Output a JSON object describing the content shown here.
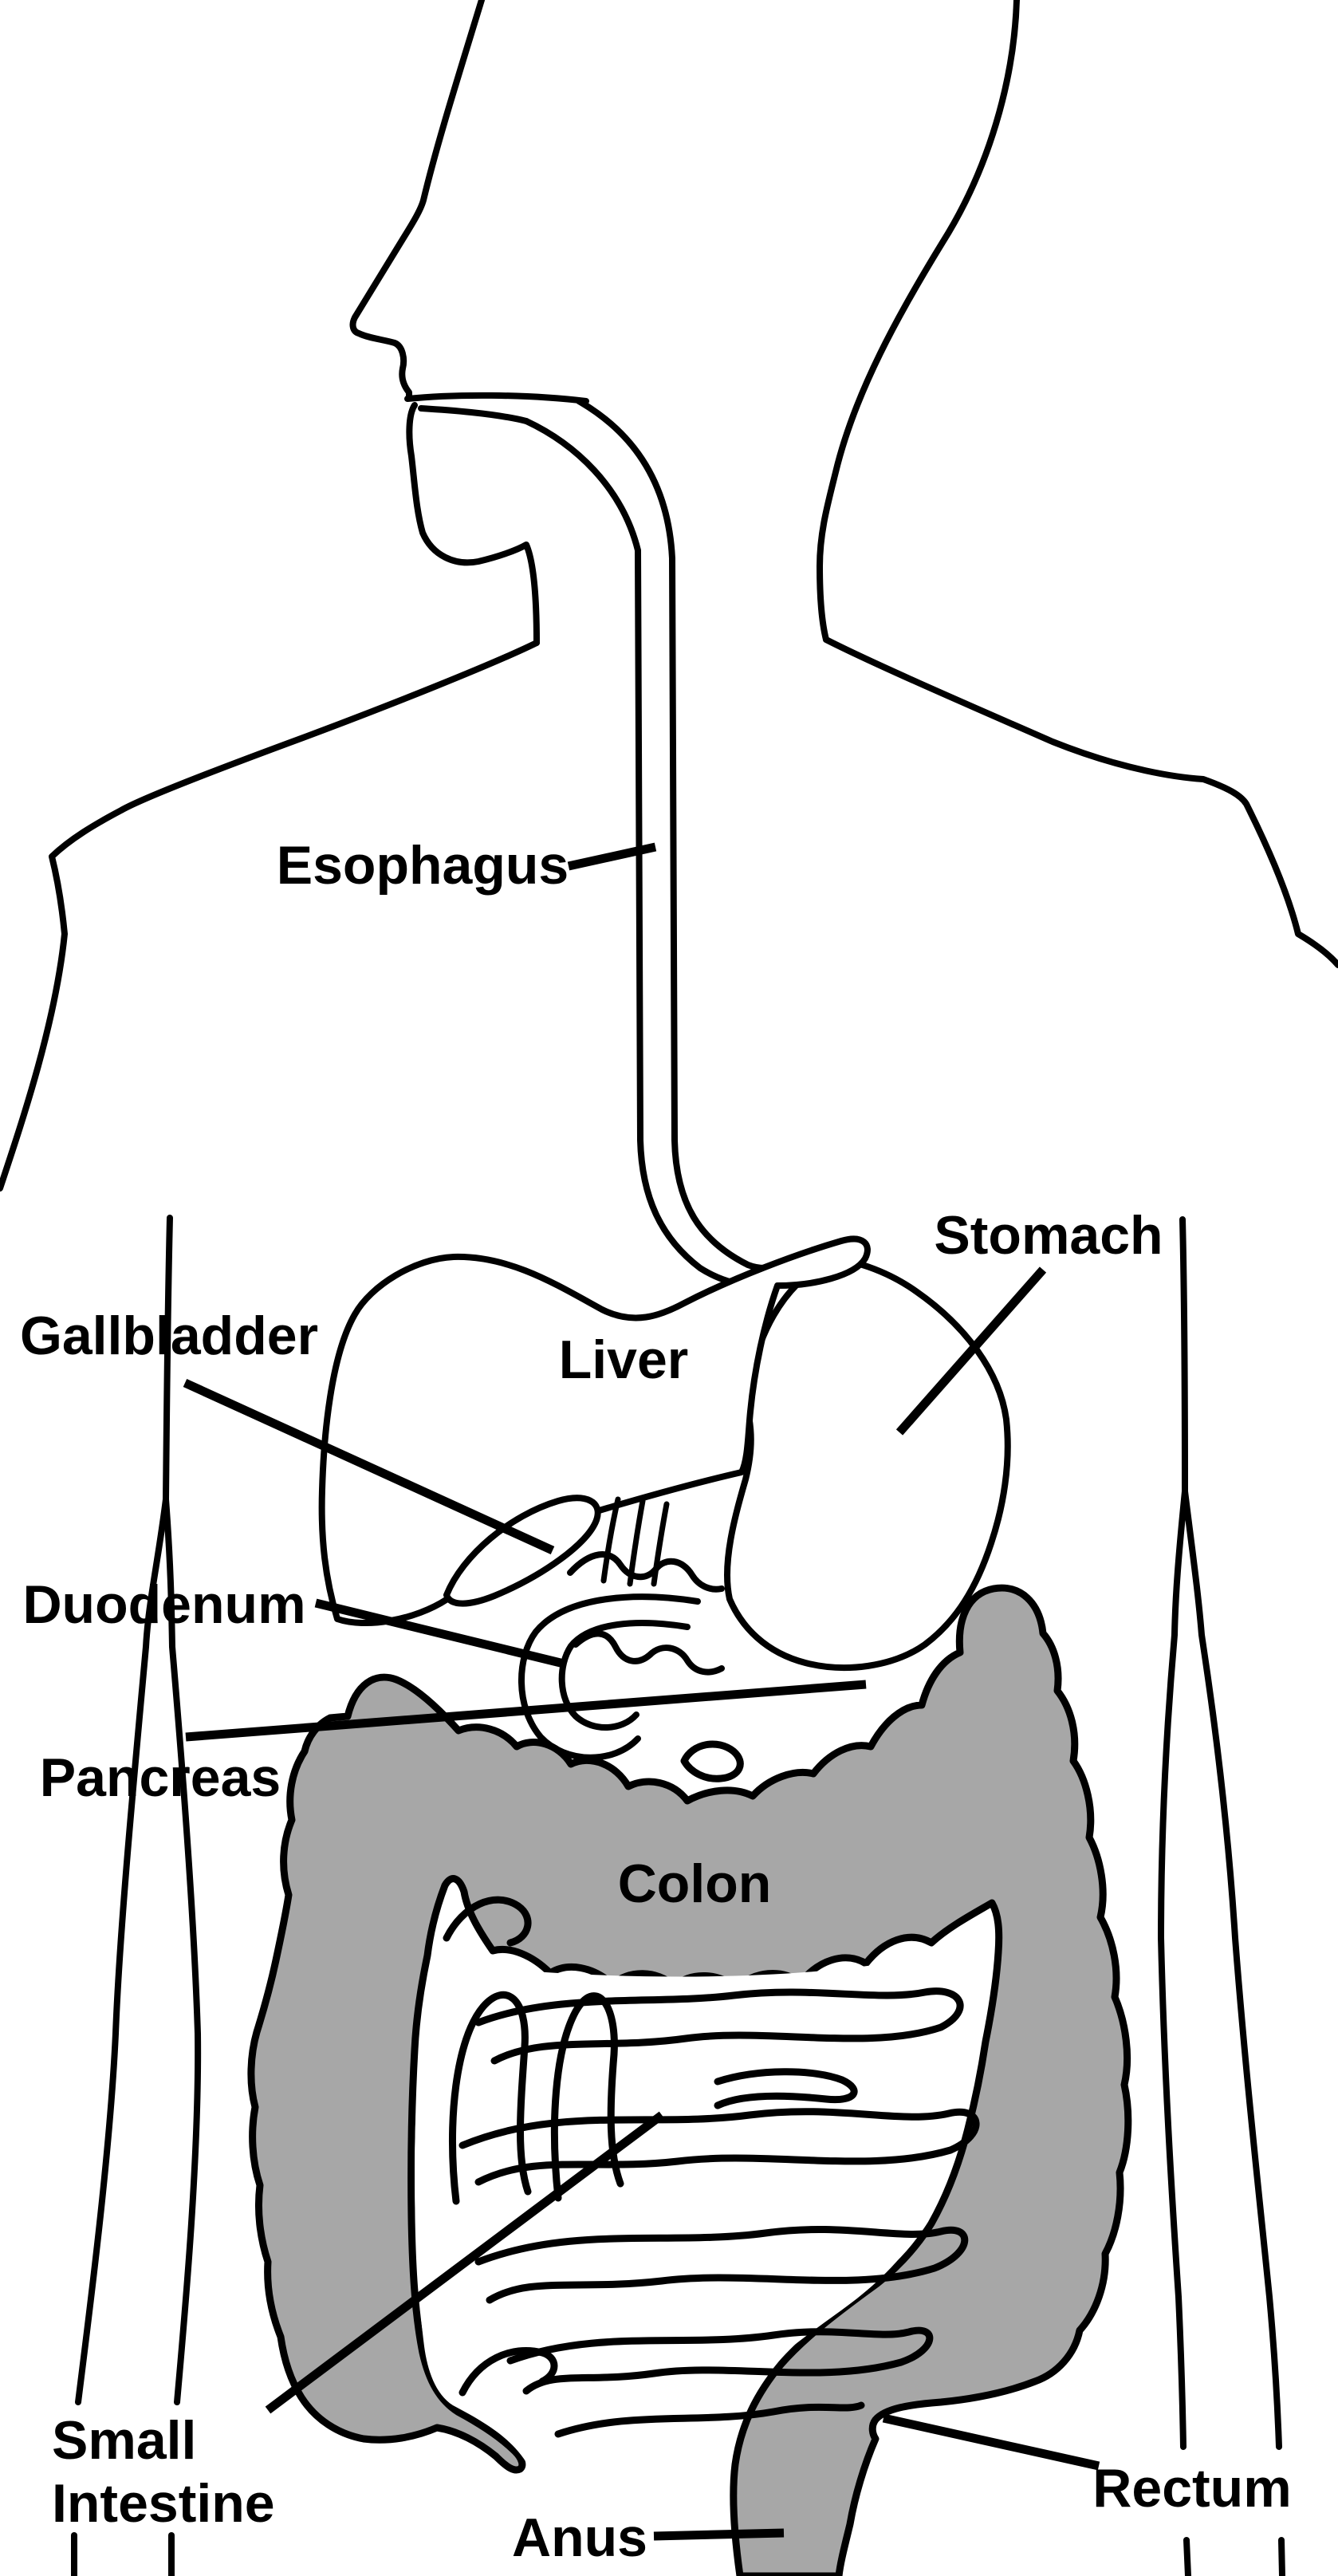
{
  "labels": {
    "esophagus": "Esophagus",
    "stomach": "Stomach",
    "gallbladder": "Gallbladder",
    "liver": "Liver",
    "duodenum": "Duodenum",
    "pancreas": "Pancreas",
    "colon": "Colon",
    "small_intestine_line1": "Small",
    "small_intestine_line2": "Intestine",
    "rectum": "Rectum",
    "anus": "Anus"
  },
  "colors": {
    "outline": "#000000",
    "colon_fill": "#a7a7a7",
    "organ_fill": "#ffffff",
    "background": "#ffffff"
  }
}
